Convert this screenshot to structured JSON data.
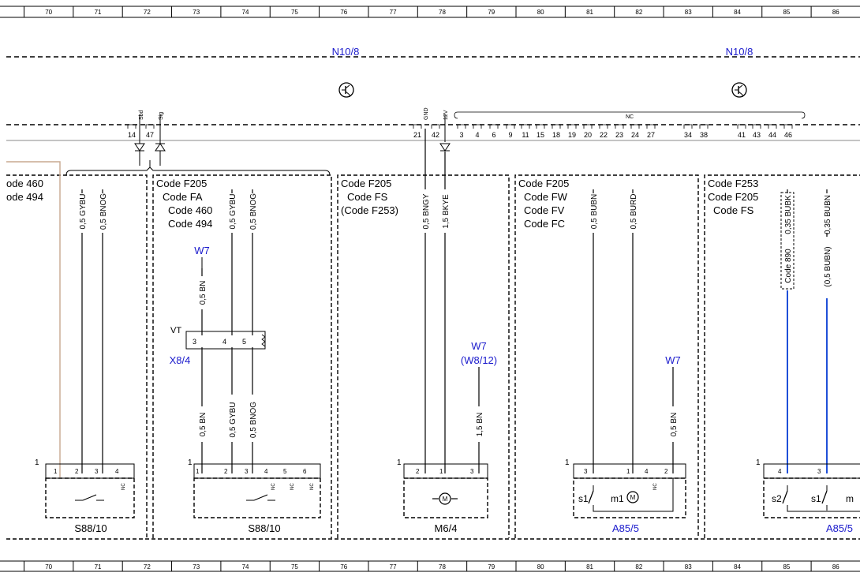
{
  "ruler": {
    "columns": [
      "70",
      "71",
      "72",
      "73",
      "74",
      "75",
      "76",
      "77",
      "78",
      "79",
      "80",
      "81",
      "82",
      "83",
      "84",
      "85",
      "86"
    ]
  },
  "components": {
    "n10_8_left": "N10/8",
    "n10_8_right": "N10/8",
    "s88_10_left": "S88/10",
    "s88_10_right": "S88/10",
    "m6_4": "M6/4",
    "a85_5_left": "A85/5",
    "a85_5_right": "A85/5",
    "x8_4": "X8/4"
  },
  "connector_n10_8": {
    "pin_labels": [
      "Sbd",
      "Sig",
      "GND",
      "12V",
      "NC"
    ],
    "pins": [
      "14",
      "47",
      "21",
      "42",
      "3",
      "4",
      "6",
      "9",
      "11",
      "15",
      "18",
      "19",
      "20",
      "22",
      "23",
      "24",
      "27",
      "34",
      "38",
      "41",
      "43",
      "44",
      "46"
    ]
  },
  "code_blocks": {
    "block0": [
      "ode 460",
      "ode 494"
    ],
    "block1": [
      "Code F205",
      "Code FA",
      "Code 460",
      "Code 494"
    ],
    "block2": [
      "Code F205",
      "Code FS",
      "(Code F253)"
    ],
    "block3": [
      "Code F205",
      "Code FW",
      "Code FV",
      "Code FC"
    ],
    "block4": [
      "Code F253",
      "Code F205",
      "Code FS"
    ]
  },
  "wires": {
    "w_gybu_l": "0,5 GYBU",
    "w_bnog_l": "0,5 BNOG",
    "w_bn_73": "0,5 BN",
    "w_gybu_74": "0,5 GYBU",
    "w_bnog_74": "0,5 BNOG",
    "w_bn_73_low": "0,5 BN",
    "w_gybu_74_low": "0,5 GYBU",
    "w_bnog_74_low": "0,5 BNOG",
    "w_bngy": "0,5 BNGY",
    "w_bkye": "1,5 BKYE",
    "w_bn_79": "1,5 BN",
    "w_bubn": "0,5 BUBN",
    "w_burd": "0,5 BURD",
    "w_bn_83": "0,5 BN",
    "w_bubk": "0,35 BUBK",
    "w_bubn_86": "0,35 BUBN",
    "w_bubn_86_low": "(0,5 BUBN)",
    "code_890": "Code 890"
  },
  "grounds": {
    "w7_a": "W7",
    "w7_b": "W7",
    "w8_12": "(W8/12)",
    "w7_c": "W7"
  },
  "connectors": {
    "vt": "VT",
    "x8_4_pins": [
      "3",
      "4",
      "5"
    ],
    "s88_left_pins": [
      "1",
      "2",
      "3",
      "4",
      "NC"
    ],
    "s88_right_pins": [
      "1",
      "2",
      "3",
      "4",
      "5",
      "6",
      "NC",
      "NC",
      "NC"
    ],
    "m6_4_pins": [
      "2",
      "1",
      "3"
    ],
    "a85_left_pins": [
      "3",
      "1",
      "4",
      "2",
      "NC"
    ],
    "a85_right_pins": [
      "4",
      "3"
    ],
    "ref_one": "1"
  },
  "inner": {
    "s1": "s1",
    "m1": "m1",
    "s2": "s2",
    "s1b": "s1",
    "mtrunc": "m",
    "motor": "M"
  },
  "colors": {
    "link": "#1a1acc",
    "line": "#000000",
    "blue_wire": "#1f4fd8",
    "tan_wire": "#c8a890"
  }
}
